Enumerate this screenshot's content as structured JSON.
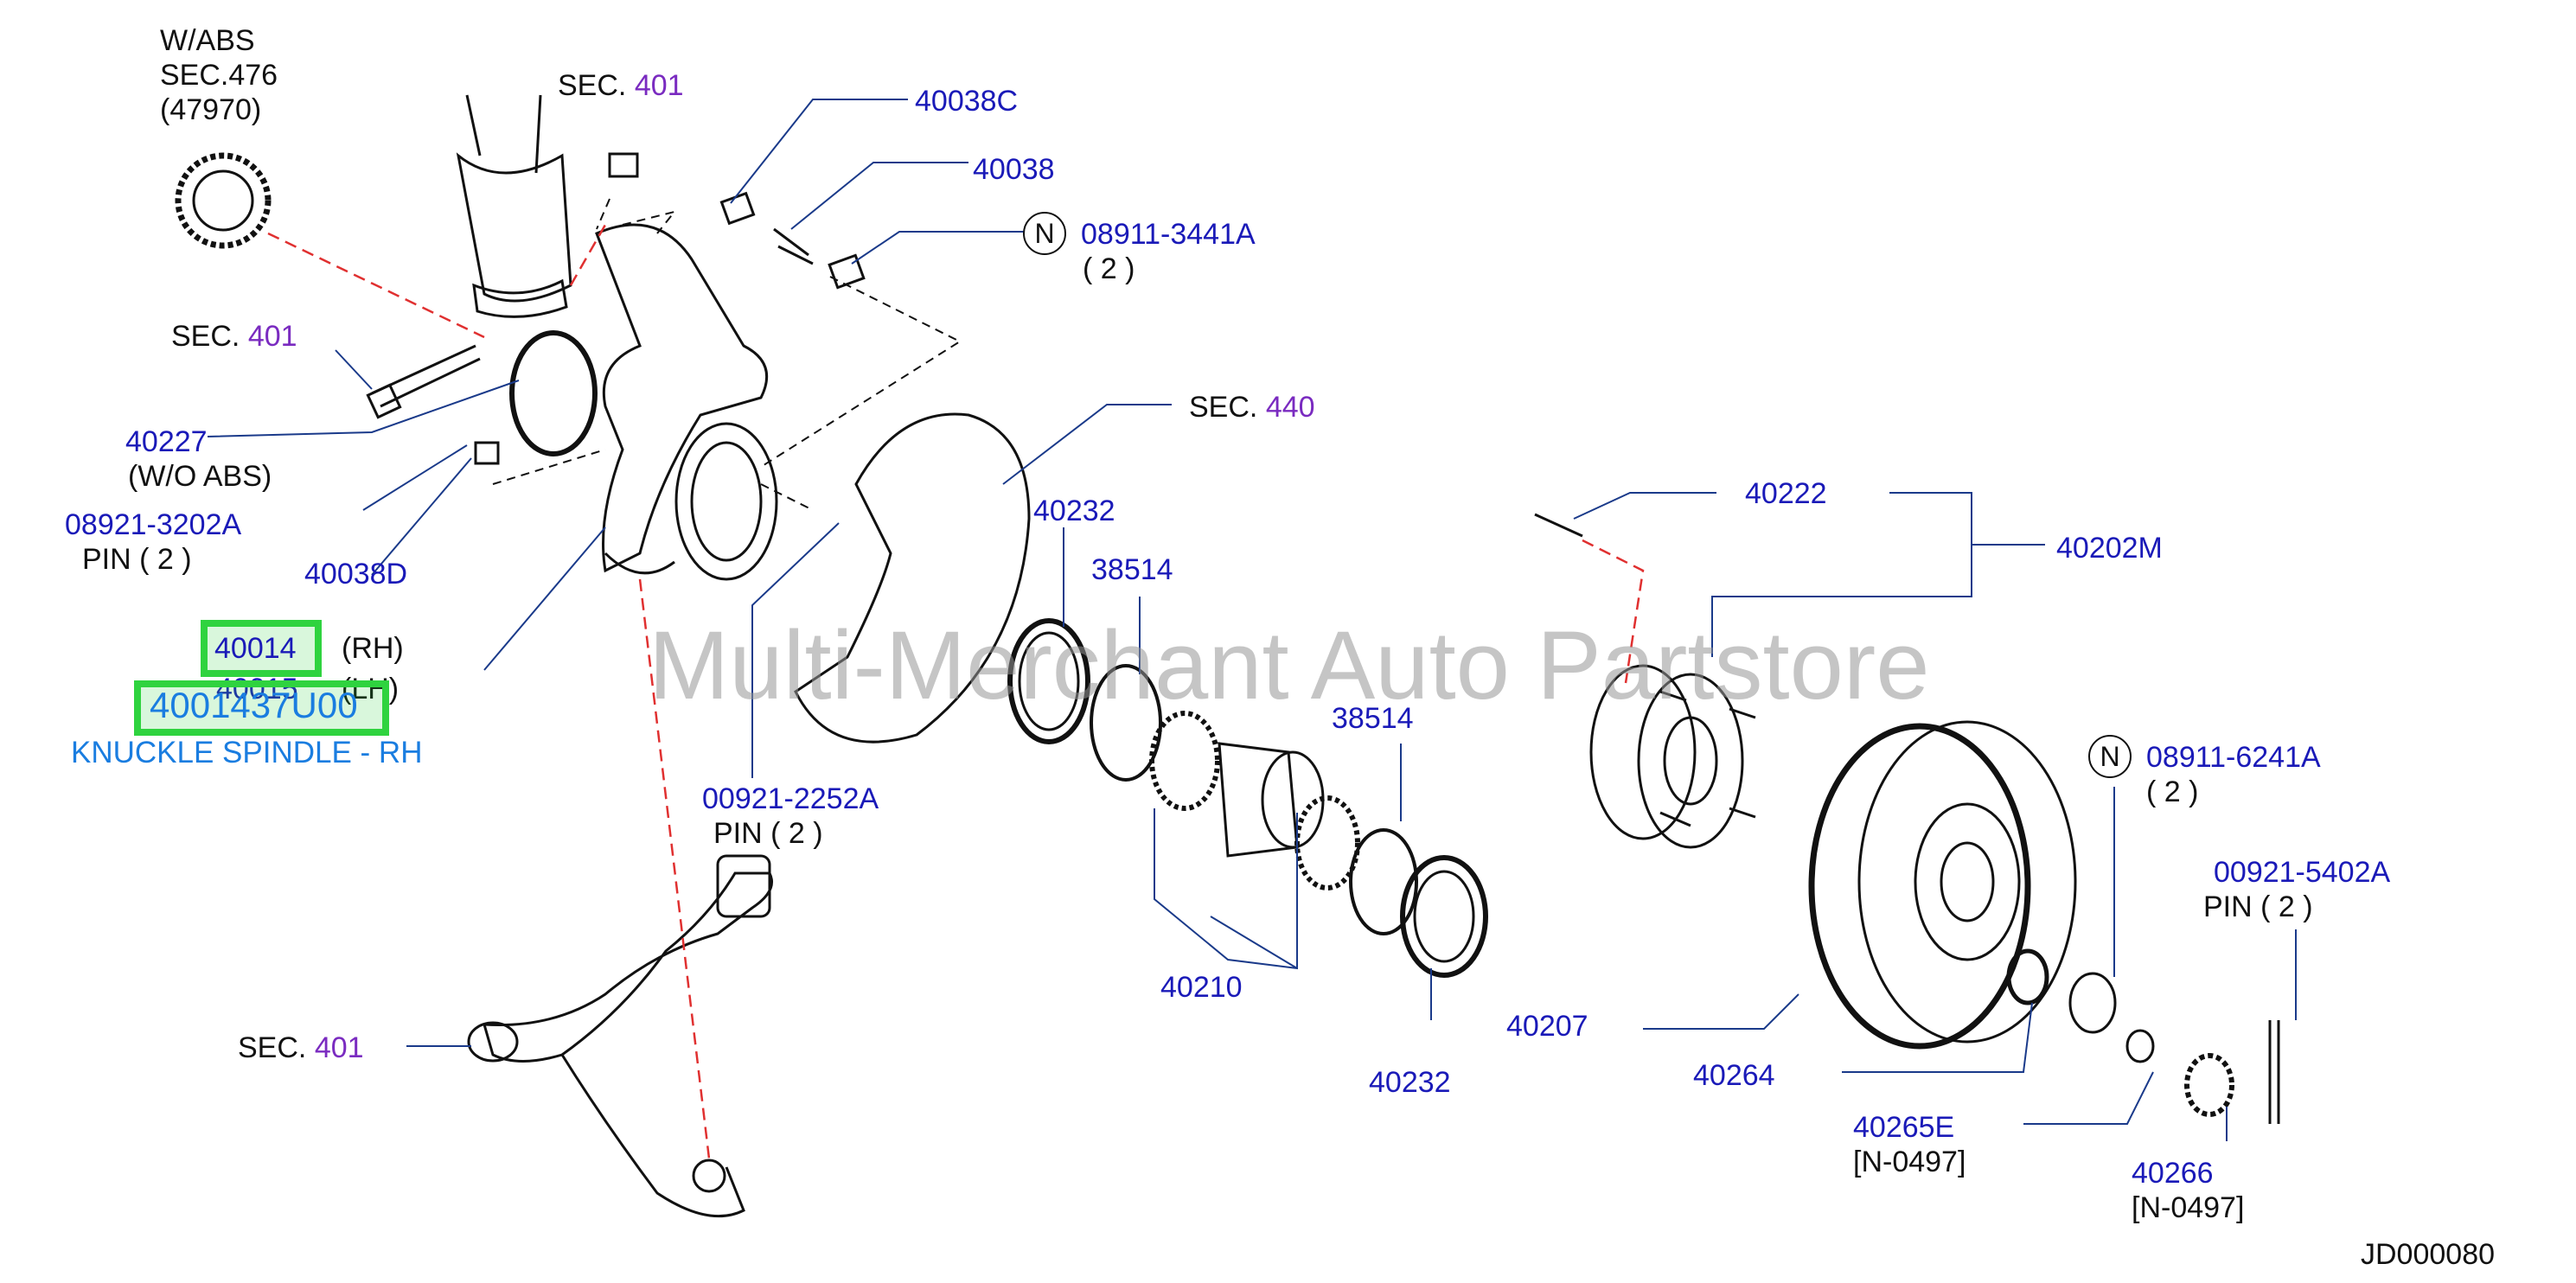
{
  "labels": {
    "wabs": "W/ABS",
    "sec476": "SEC.476",
    "p47970": "(47970)",
    "sec": "SEC.",
    "s401": "401",
    "s440": "440",
    "p40038c": "40038C",
    "p40038": "40038",
    "n": "N",
    "p08911_3441a": "08911-3441A",
    "qty2": "( 2 )",
    "p40227": "40227",
    "wo_abs": "(W/O ABS)",
    "p08921_3202a": "08921-3202A",
    "pin2": "PIN ( 2 )",
    "p40038d": "40038D",
    "p40014": "40014",
    "rh": "(RH)",
    "p40015": "40015",
    "lh": "(LH)",
    "hl_part": "4001437U00",
    "hl_desc": "KNUCKLE SPINDLE - RH",
    "p40232": "40232",
    "p38514": "38514",
    "p00921_2252a": "00921-2252A",
    "p40210": "40210",
    "p40222": "40222",
    "p40202m": "40202M",
    "p08911_6241a": "08911-6241A",
    "p00921_5402a": "00921-5402A",
    "p40207": "40207",
    "p40264": "40264",
    "p40265e": "40265E",
    "n0497": "[N-0497]",
    "p40266": "40266",
    "jd": "JD000080",
    "watermark": "Multi-Merchant Auto Partstore"
  },
  "colors": {
    "part_number": "#1a1ab8",
    "section_number": "#7a2bc0",
    "highlight": "#2fd33f",
    "highlight_text": "#1a7de0",
    "leader_dashed_red": "#e03030"
  }
}
